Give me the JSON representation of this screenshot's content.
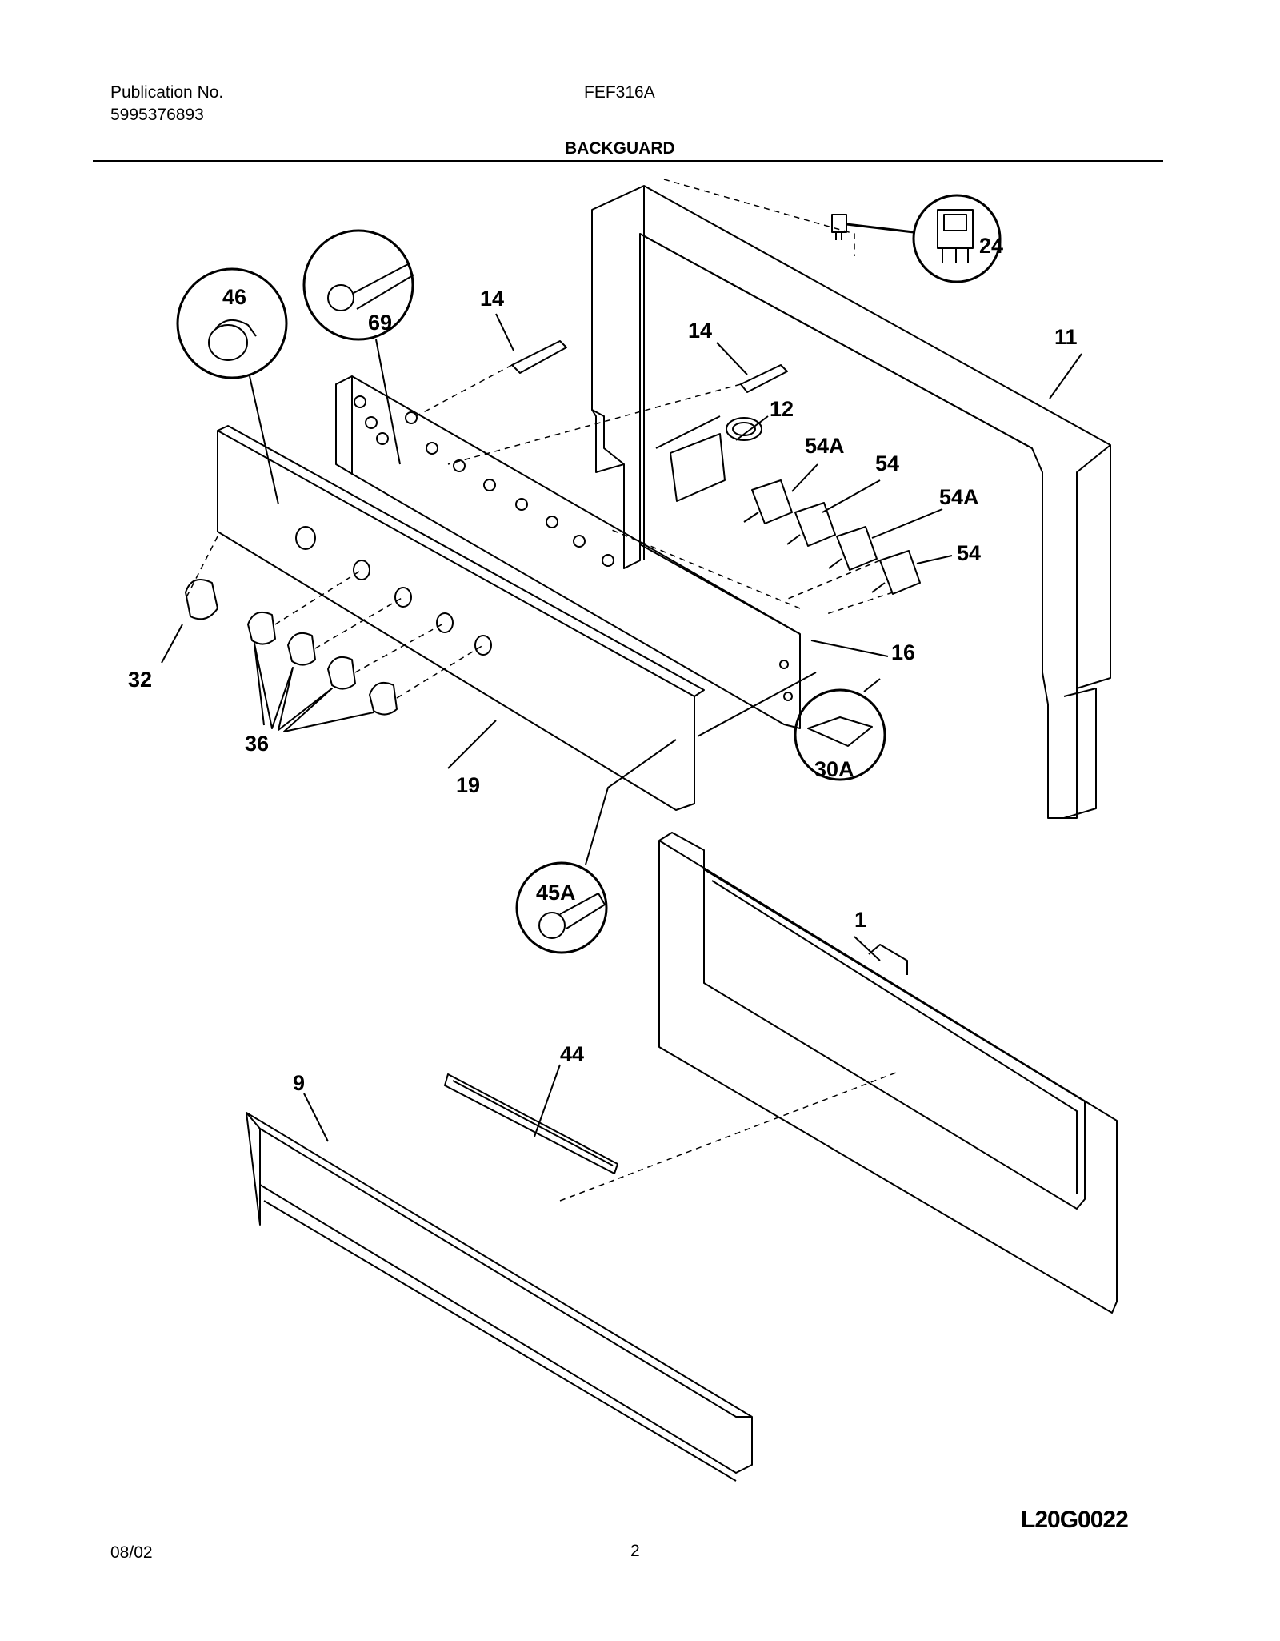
{
  "header": {
    "publication_label": "Publication No.",
    "publication_number": "5995376893",
    "model": "FEF316A",
    "section_title": "BACKGUARD"
  },
  "callouts": {
    "c1": "1",
    "c9": "9",
    "c11": "11",
    "c12": "12",
    "c14a": "14",
    "c14b": "14",
    "c16": "16",
    "c19": "19",
    "c24": "24",
    "c30a": "30A",
    "c32": "32",
    "c36": "36",
    "c44": "44",
    "c45a": "45A",
    "c46": "46",
    "c54a_1": "54A",
    "c54_1": "54",
    "c54a_2": "54A",
    "c54_2": "54",
    "c69": "69"
  },
  "drawing_code": "L20G0022",
  "footer": {
    "date": "08/02",
    "page": "2"
  }
}
